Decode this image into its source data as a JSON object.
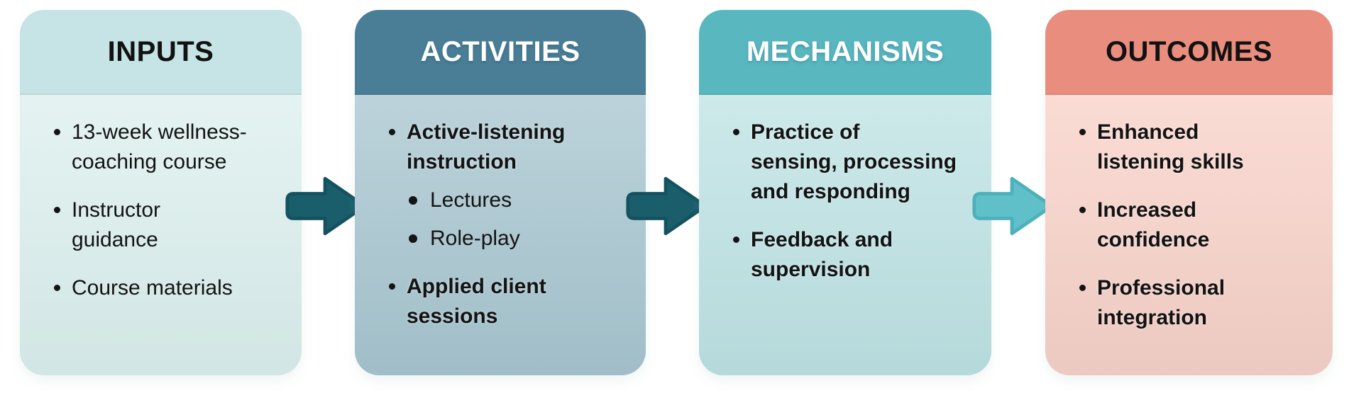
{
  "diagram": {
    "type": "logic-model-flow",
    "columns": [
      {
        "title": "INPUTS",
        "header_bg": "#c6e4e5",
        "body_bg": "#ddf0ee",
        "title_color": "#121212",
        "items": [
          {
            "text": "13-week wellness-\ncoaching course"
          },
          {
            "text": "Instructor\nguidance"
          },
          {
            "text": "Course materials"
          }
        ]
      },
      {
        "title": "ACTIVITIES",
        "header_bg": "#4a7e96",
        "body_bg": "#a9c6d0",
        "title_color": "#ffffff",
        "items": [
          {
            "text": "Active-listening\ninstruction",
            "subitems": [
              "Lectures",
              "Role-play"
            ]
          },
          {
            "text": "Applied client\nsessions"
          }
        ]
      },
      {
        "title": "MECHANISMS",
        "header_bg": "#59b7c0",
        "body_bg": "#bfe3e4",
        "title_color": "#ffffff",
        "items": [
          {
            "text": "Practice of\nsensing, processing\nand responding"
          },
          {
            "text": "Feedback and\nsupervision"
          }
        ]
      },
      {
        "title": "OUTCOMES",
        "header_bg": "#e98e7e",
        "body_bg": "#f9d2c8",
        "title_color": "#121212",
        "items": [
          {
            "text": "Enhanced\nlistening skills"
          },
          {
            "text": "Increased\nconfidence"
          },
          {
            "text": "Professional\nintegration"
          }
        ]
      }
    ],
    "arrows": [
      {
        "name": "inputs-to-activities",
        "color": "#1a5e6c",
        "stroke": "#155260"
      },
      {
        "name": "activities-to-mechanisms",
        "color": "#1a5e6c",
        "stroke": "#155260"
      },
      {
        "name": "mechanisms-to-outcomes",
        "color": "#5fc0ca",
        "stroke": "#4eb0bb"
      }
    ]
  }
}
